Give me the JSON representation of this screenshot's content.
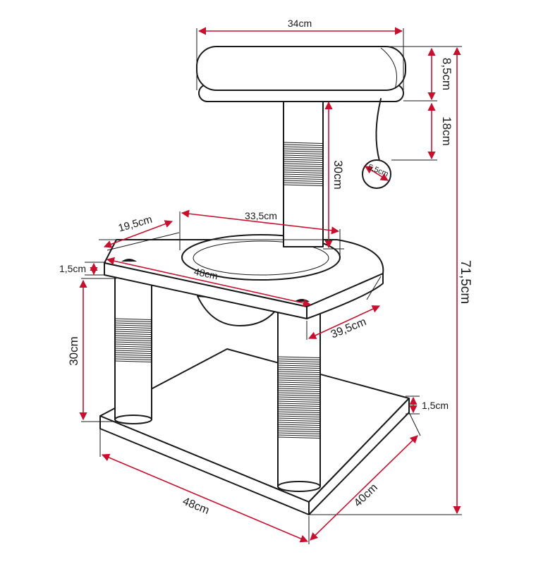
{
  "colors": {
    "dimension": "#c8102e",
    "ink": "#1a1a1a",
    "background": "#ffffff"
  },
  "dimensions": {
    "top_width": "34cm",
    "top_height": "8,5cm",
    "cord_length": "18cm",
    "ball_diameter": "5,5cm",
    "upper_post_height": "30cm",
    "total_height": "71,5cm",
    "basket_depth": "19,5cm",
    "basket_width": "33,5cm",
    "platform_thickness": "1,5cm",
    "platform_width": "48cm",
    "platform_depth": "39,5cm",
    "lower_post_height": "30cm",
    "base_thickness": "1,5cm",
    "base_width": "48cm",
    "base_depth": "40cm"
  }
}
